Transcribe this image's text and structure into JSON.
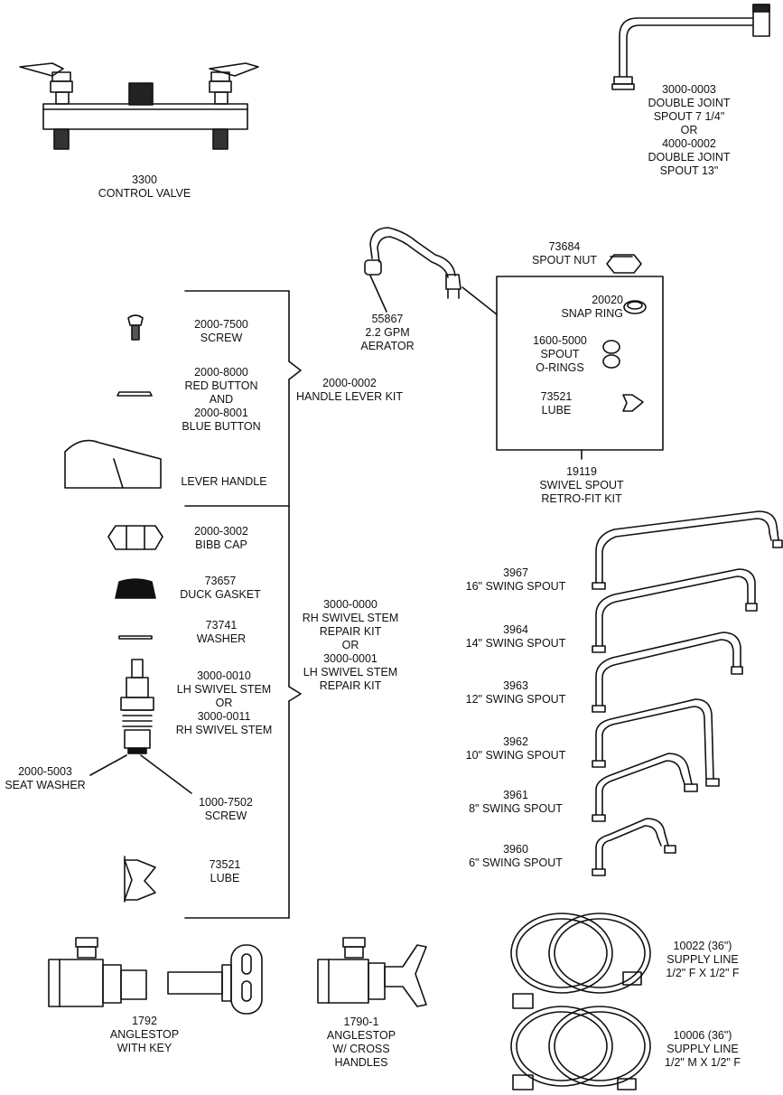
{
  "labels": {
    "control_valve": [
      "3300",
      "CONTROL VALVE"
    ],
    "double_joint_spout": [
      "3000-0003",
      "DOUBLE JOINT",
      "SPOUT 7 1/4\"",
      "OR",
      "4000-0002",
      "DOUBLE JOINT",
      "SPOUT 13\""
    ],
    "spout_nut": [
      "73684",
      "SPOUT NUT"
    ],
    "aerator": [
      "55867",
      "2.2 GPM",
      "AERATOR"
    ],
    "snap_ring": [
      "20020",
      "SNAP RING"
    ],
    "spout_orings": [
      "1600-5000",
      "SPOUT",
      "O-RINGS"
    ],
    "lube_kit": [
      "73521",
      "LUBE"
    ],
    "swivel_retrofit_kit": [
      "19119",
      "SWIVEL SPOUT",
      "RETRO-FIT KIT"
    ],
    "screw_top": [
      "2000-7500",
      "SCREW"
    ],
    "buttons": [
      "2000-8000",
      "RED BUTTON",
      "AND",
      "2000-8001",
      "BLUE BUTTON"
    ],
    "handle_lever_kit": [
      "2000-0002",
      "HANDLE LEVER KIT"
    ],
    "lever_handle": [
      "LEVER HANDLE"
    ],
    "bibb_cap": [
      "2000-3002",
      "BIBB CAP"
    ],
    "duck_gasket": [
      "73657",
      "DUCK GASKET"
    ],
    "washer": [
      "73741",
      "WASHER"
    ],
    "swivel_stem": [
      "3000-0010",
      "LH SWIVEL STEM",
      "OR",
      "3000-0011",
      "RH SWIVEL STEM"
    ],
    "stem_repair_kit": [
      "3000-0000",
      "RH SWIVEL STEM",
      "REPAIR KIT",
      "OR",
      "3000-0001",
      "LH SWIVEL STEM",
      "REPAIR KIT"
    ],
    "seat_washer": [
      "2000-5003",
      "SEAT WASHER"
    ],
    "screw_bottom": [
      "1000-7502",
      "SCREW"
    ],
    "lube_bottom": [
      "73521",
      "LUBE"
    ],
    "swing_16": [
      "3967",
      "16\" SWING SPOUT"
    ],
    "swing_14": [
      "3964",
      "14\" SWING SPOUT"
    ],
    "swing_12": [
      "3963",
      "12\" SWING SPOUT"
    ],
    "swing_10": [
      "3962",
      "10\" SWING SPOUT"
    ],
    "swing_8": [
      "3961",
      "8\" SWING SPOUT"
    ],
    "swing_6": [
      "3960",
      "6\" SWING SPOUT"
    ],
    "anglestop_key": [
      "1792",
      "ANGLESTOP",
      "WITH KEY"
    ],
    "anglestop_cross": [
      "1790-1",
      "ANGLESTOP",
      "W/ CROSS",
      "HANDLES"
    ],
    "supply_line_ff": [
      "10022 (36\")",
      "SUPPLY LINE",
      "1/2\" F X 1/2\" F"
    ],
    "supply_line_mf": [
      "10006 (36\")",
      "SUPPLY LINE",
      "1/2\" M X 1/2\" F"
    ]
  }
}
